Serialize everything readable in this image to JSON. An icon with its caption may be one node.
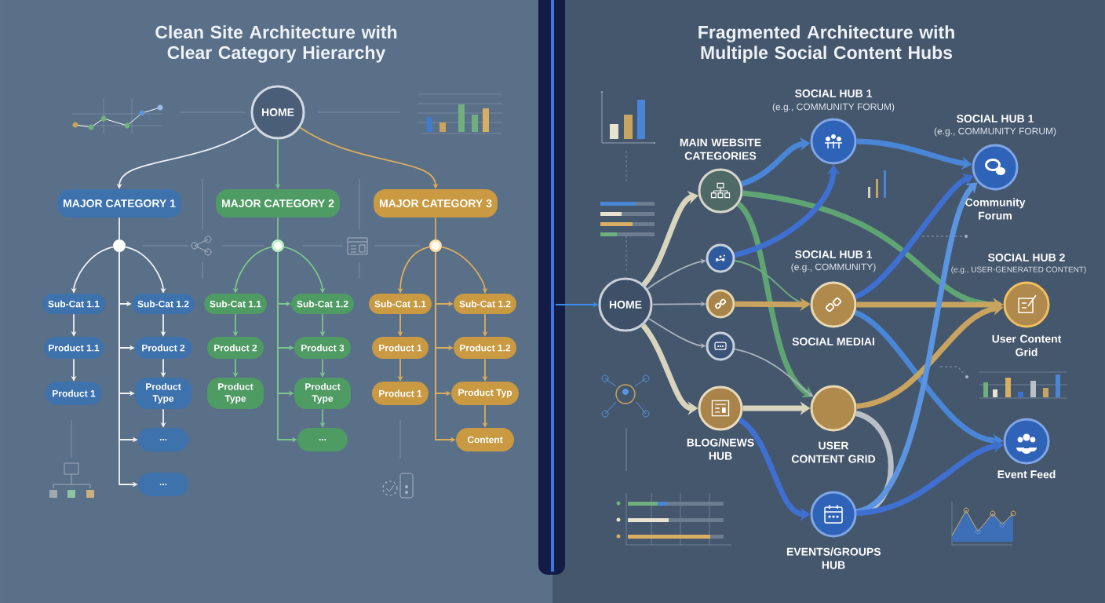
{
  "diagram": {
    "nodes": [
      {
        "text": [
          "HOME"
        ]
      },
      {
        "text": [
          "MAJOR CATEGORY 1"
        ]
      },
      {
        "text": [
          "MAJOR CATEGORY 2"
        ]
      },
      {
        "text": [
          "MAJOR CATEGORY 3"
        ]
      },
      {
        "text": [],
        "shape": "circle"
      },
      {
        "text": [],
        "shape": "circle"
      },
      {
        "text": [],
        "shape": "circle"
      },
      {
        "text": [
          "Sub-Cat 1.1"
        ]
      },
      {
        "text": [
          "Product 1.1"
        ]
      },
      {
        "text": [
          "Product 1"
        ]
      },
      {
        "text": [
          "Sub-Cat 1.2"
        ]
      },
      {
        "text": [
          "Product 2"
        ]
      },
      {
        "text": [
          "Product Type"
        ]
      },
      {
        "text": [
          "..."
        ]
      },
      {
        "text": [
          "..."
        ]
      },
      {
        "text": [
          "Sub-Cat 1.1"
        ]
      },
      {
        "text": [
          "Product 2"
        ]
      },
      {
        "text": [
          "Product Type"
        ]
      },
      {
        "text": [
          "Sub-Cat 1.2"
        ]
      },
      {
        "text": [
          "Product 3"
        ]
      },
      {
        "text": [
          "Product Type"
        ]
      },
      {
        "text": [
          "..."
        ]
      },
      {
        "text": [
          "Sub-Cat 1.1"
        ]
      },
      {
        "text": [
          "Product 1"
        ]
      },
      {
        "text": [
          "Product 1"
        ]
      },
      {
        "text": [
          "Sub-Cat 1.2"
        ]
      },
      {
        "text": [
          "Product 1.2"
        ]
      },
      {
        "text": [
          "Product Typ"
        ]
      },
      {
        "text": [
          "Content"
        ]
      },
      {
        "text": [
          "HOME"
        ]
      },
      {
        "text": [
          "MAIN WEBSITE CATEGORIES"
        ]
      },
      {
        "text": [],
        "shape": "circle"
      },
      {
        "text": [],
        "shape": "circle"
      },
      {
        "text": [],
        "shape": "circle"
      },
      {
        "text": [
          "BLOG/NEWS HUB"
        ]
      },
      {
        "text": [
          "SOCIAL HUB 1",
          "(e.g., COMMUNITY FORUM)"
        ]
      },
      {
        "text": [
          "SOCIAL HUB 1",
          "(e.g., COMMUNITY FORUM)",
          "Community Forum"
        ]
      },
      {
        "text": [
          "SOCIAL HUB 1",
          "(e.g., COMMUNITY)",
          "SOCIAL MEDIAI"
        ]
      },
      {
        "text": [
          "SOCIAL HUB 2",
          "(e.g., USER-GENERATED CONTENT)",
          "User Content Grid"
        ]
      },
      {
        "text": [
          "USER CONTENT GRID"
        ]
      },
      {
        "text": [
          "Event Feed"
        ]
      },
      {
        "text": [
          "EVENTS/GROUPS HUB"
        ]
      }
    ],
    "edges": [
      {
        "from": 0,
        "to": 1,
        "arrow": "to"
      },
      {
        "from": 0,
        "to": 2,
        "arrow": "to",
        "color": "#7cc58c"
      },
      {
        "from": 0,
        "to": 3,
        "arrow": "to",
        "color": "#dcae5c"
      },
      {
        "from": 1,
        "to": 4,
        "arrow": "none"
      },
      {
        "from": 2,
        "to": 5,
        "arrow": "none",
        "color": "#7cc58c"
      },
      {
        "from": 3,
        "to": 6,
        "arrow": "none",
        "color": "#dcae5c"
      },
      {
        "from": 4,
        "to": 7,
        "arrow": "to"
      },
      {
        "from": 4,
        "to": 10,
        "arrow": "to"
      },
      {
        "from": 4,
        "to": 10,
        "arrow": "to"
      },
      {
        "from": 4,
        "to": 11,
        "arrow": "to"
      },
      {
        "from": 4,
        "to": 12,
        "arrow": "to"
      },
      {
        "from": 4,
        "to": 13,
        "arrow": "to"
      },
      {
        "from": 4,
        "to": 14,
        "arrow": "to"
      },
      {
        "from": 7,
        "to": 8,
        "arrow": "to"
      },
      {
        "from": 8,
        "to": 9,
        "arrow": "to"
      },
      {
        "from": 10,
        "to": 11,
        "arrow": "to"
      },
      {
        "from": 11,
        "to": 12,
        "arrow": "to"
      },
      {
        "from": 12,
        "to": 13,
        "arrow": "to"
      },
      {
        "from": 5,
        "to": 15,
        "arrow": "to",
        "color": "#7cc58c"
      },
      {
        "from": 5,
        "to": 18,
        "arrow": "to",
        "color": "#7cc58c"
      },
      {
        "from": 5,
        "to": 18,
        "arrow": "to",
        "color": "#7cc58c"
      },
      {
        "from": 5,
        "to": 19,
        "arrow": "to",
        "color": "#7cc58c"
      },
      {
        "from": 5,
        "to": 20,
        "arrow": "to",
        "color": "#7cc58c"
      },
      {
        "from": 5,
        "to": 21,
        "arrow": "to",
        "color": "#7cc58c"
      },
      {
        "from": 15,
        "to": 16,
        "arrow": "to",
        "color": "#7cc58c"
      },
      {
        "from": 16,
        "to": 17,
        "arrow": "to",
        "color": "#7cc58c"
      },
      {
        "from": 18,
        "to": 19,
        "arrow": "to",
        "color": "#7cc58c"
      },
      {
        "from": 19,
        "to": 20,
        "arrow": "to",
        "color": "#7cc58c"
      },
      {
        "from": 20,
        "to": 21,
        "arrow": "to",
        "color": "#7cc58c"
      },
      {
        "from": 6,
        "to": 22,
        "arrow": "to",
        "color": "#dcae5c"
      },
      {
        "from": 6,
        "to": 25,
        "arrow": "to",
        "color": "#dcae5c"
      },
      {
        "from": 6,
        "to": 25,
        "arrow": "to",
        "color": "#dcae5c"
      },
      {
        "from": 6,
        "to": 26,
        "arrow": "to",
        "color": "#dcae5c"
      },
      {
        "from": 6,
        "to": 27,
        "arrow": "to",
        "color": "#dcae5c"
      },
      {
        "from": 6,
        "to": 28,
        "arrow": "to",
        "color": "#dcae5c"
      },
      {
        "from": 22,
        "to": 23,
        "arrow": "to",
        "color": "#dcae5c"
      },
      {
        "from": 23,
        "to": 24,
        "arrow": "to",
        "color": "#dcae5c"
      },
      {
        "from": 25,
        "to": 26,
        "arrow": "to",
        "color": "#dcae5c"
      },
      {
        "from": 26,
        "to": 27,
        "arrow": "to",
        "color": "#dcae5c"
      },
      {
        "from": 27,
        "to": 28,
        "arrow": "to",
        "color": "#dcae5c"
      },
      {
        "from": null,
        "to": 29,
        "arrow": "to",
        "color": "#3b8cf0"
      },
      {
        "from": 29,
        "to": 30,
        "arrow": "to",
        "style": "thick",
        "color": "#d9d4bd"
      },
      {
        "from": 29,
        "to": 31,
        "arrow": "to",
        "color": "#a9b3bf"
      },
      {
        "from": 29,
        "to": 32,
        "arrow": "to",
        "color": "#a9b3bf"
      },
      {
        "from": 29,
        "to": 33,
        "arrow": "to",
        "color": "#a9b3bf"
      },
      {
        "from": 29,
        "to": 34,
        "arrow": "to",
        "style": "thick",
        "color": "#d9d4bd"
      },
      {
        "from": 30,
        "to": 35,
        "arrow": "to",
        "style": "thick",
        "color": "#4a86d8"
      },
      {
        "from": 30,
        "to": 38,
        "arrow": "to",
        "style": "thick",
        "color": "#5fa574"
      },
      {
        "from": 30,
        "to": 39,
        "arrow": "to",
        "style": "thick",
        "color": "#5fa574"
      },
      {
        "from": 31,
        "to": 35,
        "arrow": "to",
        "style": "thick",
        "color": "#3f6fd0"
      },
      {
        "from": 31,
        "to": 37,
        "arrow": "to",
        "color": "#6fb07e"
      },
      {
        "from": 32,
        "to": 37,
        "arrow": "to",
        "style": "thick",
        "color": "#c9a45e"
      },
      {
        "from": 33,
        "to": 39,
        "arrow": "to",
        "color": "#a9b3bf"
      },
      {
        "from": 34,
        "to": 39,
        "arrow": "to",
        "style": "thick",
        "color": "#d9d4bd"
      },
      {
        "from": 34,
        "to": 41,
        "arrow": "to",
        "style": "thick",
        "color": "#3f6fd0"
      },
      {
        "from": 35,
        "to": 36,
        "arrow": "to",
        "style": "thick",
        "color": "#4a86d8"
      },
      {
        "from": 37,
        "to": 36,
        "arrow": "to",
        "style": "thick",
        "color": "#3f6fd0"
      },
      {
        "from": 37,
        "to": 38,
        "arrow": "to",
        "style": "thick",
        "color": "#c9a45e"
      },
      {
        "from": 37,
        "to": 40,
        "arrow": "to",
        "style": "thick",
        "color": "#4a86d8"
      },
      {
        "from": 39,
        "to": 38,
        "arrow": "to",
        "style": "thick",
        "color": "#c9a45e"
      },
      {
        "from": 39,
        "to": 41,
        "arrow": "none",
        "style": "thick",
        "color": "#b9c0c8"
      },
      {
        "from": 41,
        "to": 36,
        "arrow": "to",
        "style": "thick",
        "color": "#5b94e0"
      },
      {
        "from": 41,
        "to": 40,
        "arrow": "to",
        "style": "thick",
        "color": "#3f6fd0"
      }
    ],
    "labels": [
      "Clean Site Architecture with Clear Category Hierarchy",
      "Fragmented Architecture with Multiple Social Content Hubs"
    ]
  }
}
